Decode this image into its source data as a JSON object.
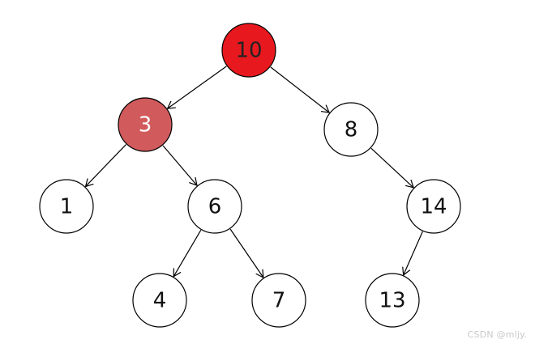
{
  "tree": {
    "nodes": [
      {
        "id": "n10",
        "label": "10",
        "state": "highlight-primary"
      },
      {
        "id": "n3",
        "label": "3",
        "state": "highlight-secondary"
      },
      {
        "id": "n8",
        "label": "8",
        "state": "normal"
      },
      {
        "id": "n1",
        "label": "1",
        "state": "normal"
      },
      {
        "id": "n6",
        "label": "6",
        "state": "normal"
      },
      {
        "id": "n14",
        "label": "14",
        "state": "normal"
      },
      {
        "id": "n4",
        "label": "4",
        "state": "normal"
      },
      {
        "id": "n7",
        "label": "7",
        "state": "normal"
      },
      {
        "id": "n13",
        "label": "13",
        "state": "normal"
      }
    ],
    "edges": [
      {
        "from": "n10",
        "to": "n3"
      },
      {
        "from": "n10",
        "to": "n8"
      },
      {
        "from": "n3",
        "to": "n1"
      },
      {
        "from": "n3",
        "to": "n6"
      },
      {
        "from": "n8",
        "to": "n14"
      },
      {
        "from": "n6",
        "to": "n4"
      },
      {
        "from": "n6",
        "to": "n7"
      },
      {
        "from": "n14",
        "to": "n13"
      }
    ]
  },
  "colors": {
    "highlight-primary": "#e8191e",
    "highlight-secondary": "#d15a5c",
    "normal": "#ffffff",
    "stroke": "#000000",
    "text_on_highlight_primary": "#222222",
    "text_on_highlight_secondary": "#ffffff",
    "text_normal": "#111111"
  },
  "watermark": "CSDN @mljy."
}
